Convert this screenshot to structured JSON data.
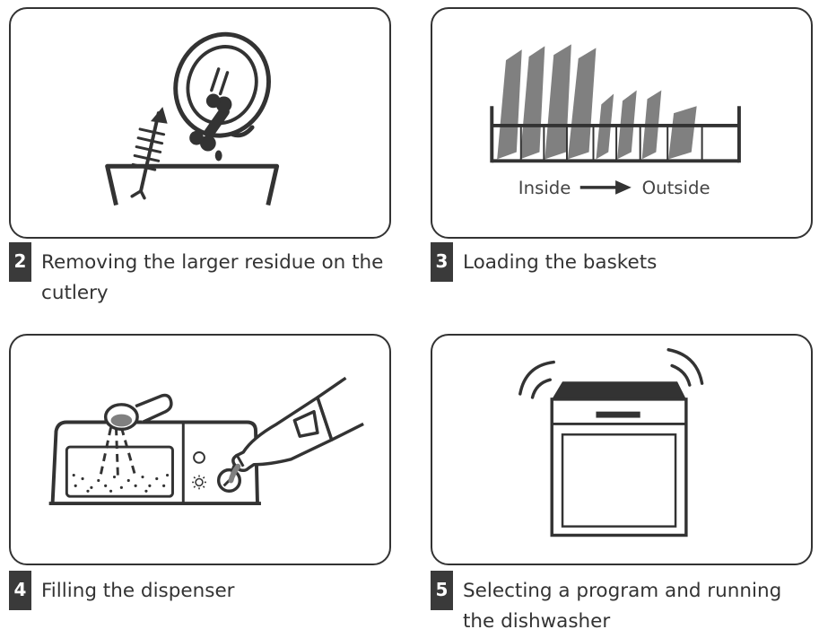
{
  "colors": {
    "ink": "#333333",
    "tab": "#3a3a3a",
    "glass": "#808080"
  },
  "steps": [
    {
      "number": "2",
      "caption": "Removing the larger residue on the cutlery"
    },
    {
      "number": "3",
      "caption": "Loading the baskets",
      "arrow_from": "Inside",
      "arrow_to": "Outside"
    },
    {
      "number": "4",
      "caption": "Filling the dispenser"
    },
    {
      "number": "5",
      "caption": "Selecting a program and running the dishwasher"
    }
  ]
}
